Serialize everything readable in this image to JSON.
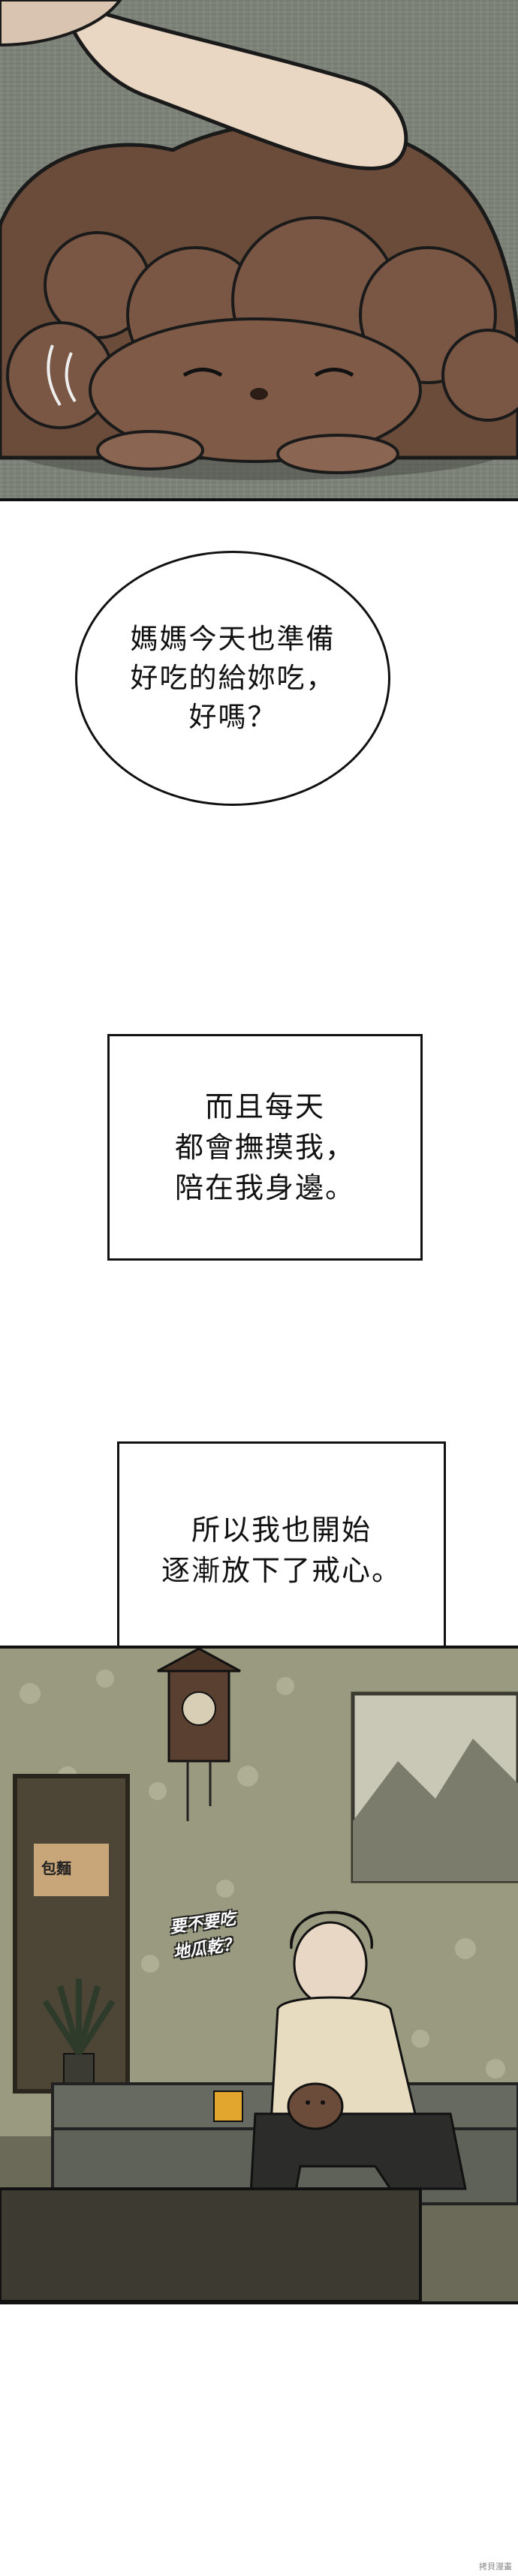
{
  "speech_bubble": {
    "lines": [
      "媽媽今天也準備",
      "好吃的給妳吃，",
      "好嗎？"
    ]
  },
  "narration_1": {
    "lines": [
      "而且每天",
      "都會撫摸我，",
      "陪在我身邊。"
    ]
  },
  "narration_2": {
    "lines": [
      "所以我也開始",
      "逐漸放下了戒心。"
    ]
  },
  "room_sfx": {
    "lines": [
      "要不要吃",
      "地瓜乾？"
    ]
  },
  "room_sign_text": "包麵",
  "watermark": "拷貝漫畫"
}
